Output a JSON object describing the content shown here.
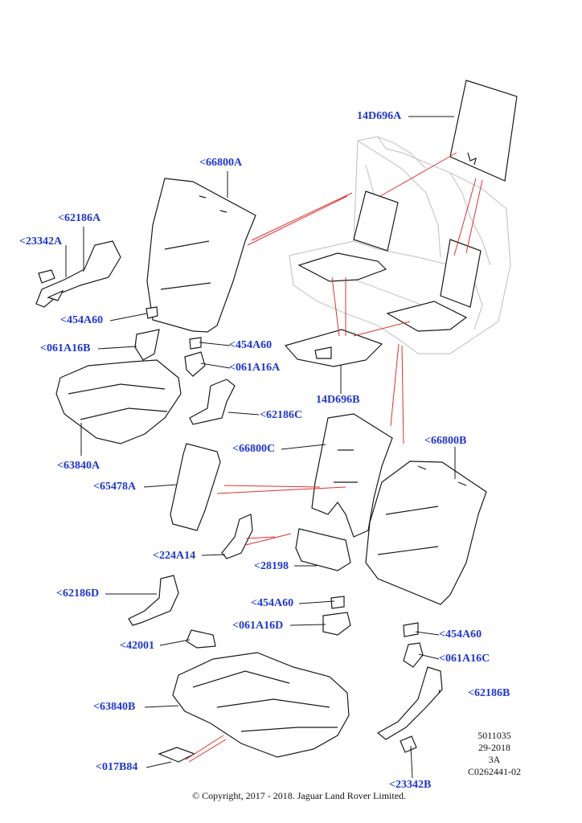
{
  "colors": {
    "label": "#1f35d6",
    "outline": "#1a1a1a",
    "callout": "#e03030",
    "ghost": "#c8c8c8"
  },
  "labels": {
    "p14D696A": "14D696A",
    "p66800A": "<66800A",
    "p62186A": "<62186A",
    "p23342A": "<23342A",
    "p454A60a": "<454A60",
    "p061A16B": "<061A16B",
    "p454A60b": "<454A60",
    "p061A16A": "<061A16A",
    "p14D696B": "14D696B",
    "p62186C": "<62186C",
    "p63840A": "<63840A",
    "p66800C": "<66800C",
    "p66800B": "<66800B",
    "p65478A": "<65478A",
    "p224A14": "<224A14",
    "p28198": "<28198",
    "p62186D": "<62186D",
    "p454A60c": "<454A60",
    "p061A16D": "<061A16D",
    "p454A60d": "<454A60",
    "p42001": "<42001",
    "p061A16C": "<061A16C",
    "p62186B": "<62186B",
    "p63840B": "<63840B",
    "p017B84": "<017B84",
    "p23342B": "<23342B"
  },
  "info": {
    "line1": "5011035",
    "line2": "29-2018",
    "line3": "3A",
    "line4": "C0262441-02"
  },
  "copyright": "© Copyright, 2017 - 2018. Jaguar Land Rover Limited."
}
